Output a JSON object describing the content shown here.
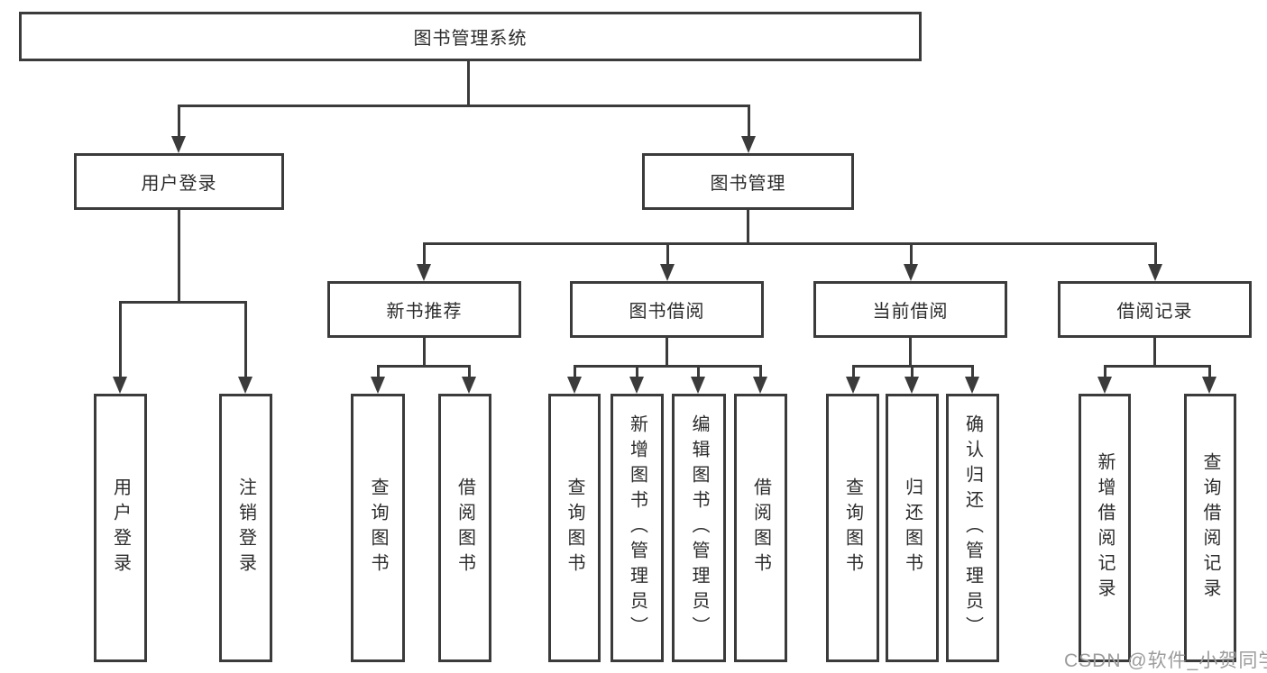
{
  "title": "图书管理系统",
  "nodes": {
    "root": {
      "label": "图书管理系统"
    },
    "user_login": {
      "label": "用户登录"
    },
    "book_mgmt": {
      "label": "图书管理"
    },
    "new_book": {
      "label": "新书推荐"
    },
    "book_borrow": {
      "label": "图书借阅"
    },
    "current_borrow": {
      "label": "当前借阅"
    },
    "borrow_record": {
      "label": "借阅记录"
    }
  },
  "leaves": [
    {
      "label": "用户登录"
    },
    {
      "label": "注销登录"
    },
    {
      "label": "查询图书"
    },
    {
      "label": "借阅图书"
    },
    {
      "label": "查询图书"
    },
    {
      "label": "新增图书（管理员）"
    },
    {
      "label": "编辑图书（管理员）"
    },
    {
      "label": "借阅图书"
    },
    {
      "label": "查询图书"
    },
    {
      "label": "归还图书"
    },
    {
      "label": "确认归还（管理员）"
    },
    {
      "label": "新增借阅记录"
    },
    {
      "label": "查询借阅记录"
    }
  ],
  "watermark": "CSDN @软件_小贺同学",
  "colors": {
    "line": "#3b3b3b",
    "text": "#2c2c2c",
    "box_bg": "#ffffff",
    "background": "#ffffff",
    "watermark": "#9c9c9c"
  }
}
